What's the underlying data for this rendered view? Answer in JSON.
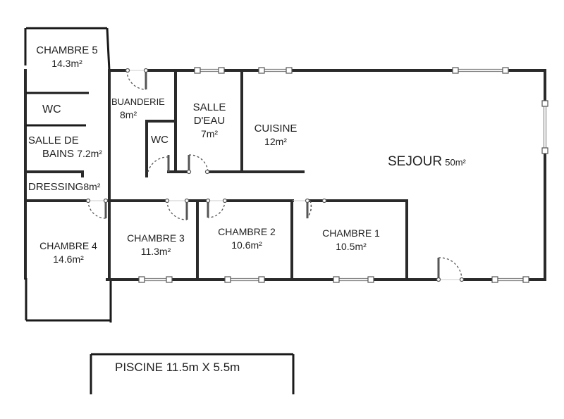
{
  "plan": {
    "type": "floor-plan",
    "rooms": [
      {
        "id": "chambre5",
        "name": "CHAMBRE 5",
        "area": "14.3m²"
      },
      {
        "id": "wc1",
        "name": "WC",
        "area": ""
      },
      {
        "id": "salle-de-bains",
        "name_line1": "SALLE DE",
        "name_line2": "BAINS",
        "area": "7.2m²"
      },
      {
        "id": "dressing",
        "name": "DRESSING",
        "area": "8m²"
      },
      {
        "id": "chambre4",
        "name": "CHAMBRE 4",
        "area": "14.6m²"
      },
      {
        "id": "buanderie",
        "name": "BUANDERIE",
        "area": "8m²"
      },
      {
        "id": "wc2",
        "name": "WC",
        "area": ""
      },
      {
        "id": "salle-d-eau",
        "name_line1": "SALLE",
        "name_line2": "D'EAU",
        "area": "7m²"
      },
      {
        "id": "cuisine",
        "name": "CUISINE",
        "area": "12m²"
      },
      {
        "id": "sejour",
        "name": "SEJOUR",
        "area": "50m²"
      },
      {
        "id": "chambre3",
        "name": "CHAMBRE 3",
        "area": "11.3m²"
      },
      {
        "id": "chambre2",
        "name": "CHAMBRE 2",
        "area": "10.6m²"
      },
      {
        "id": "chambre1",
        "name": "CHAMBRE 1",
        "area": "10.5m²"
      }
    ],
    "pool": {
      "label": "PISCINE 11.5m X 5.5m"
    },
    "colors": {
      "wall": "#2a2a2a",
      "background": "#ffffff",
      "text": "#222222"
    }
  }
}
